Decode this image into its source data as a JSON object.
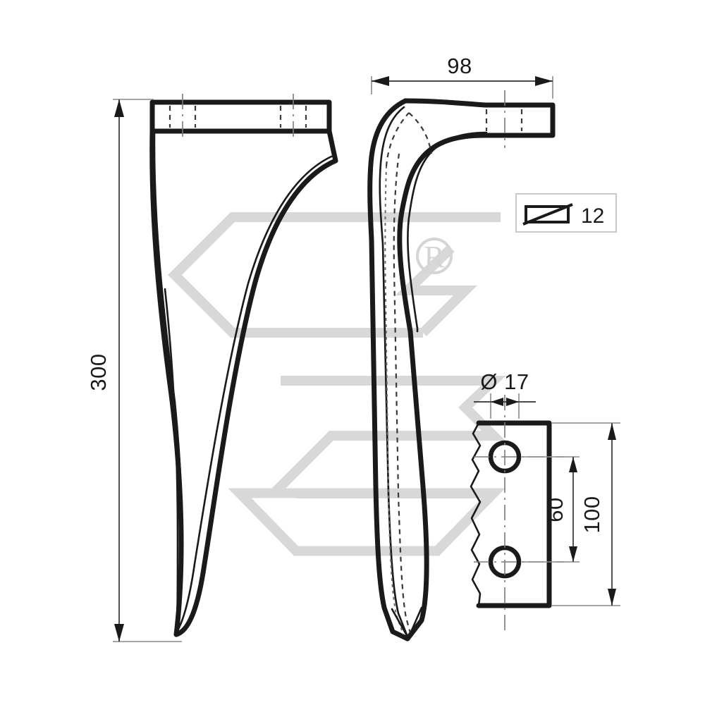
{
  "document": {
    "type": "technical-drawing",
    "title": "Power harrow tine / blade dimensioned drawing",
    "background_color": "#ffffff",
    "line_color": "#1a1a1a",
    "watermark_color": "#d8d8d8"
  },
  "dimensions": {
    "length": {
      "label": "300",
      "name": "overall-length",
      "orientation": "vertical",
      "view": "front"
    },
    "width": {
      "label": "98",
      "name": "mounting-plate-width",
      "orientation": "horizontal",
      "view": "side"
    },
    "hole_diameter": {
      "label": "Ø 17",
      "name": "hole-diameter",
      "orientation": "horizontal",
      "view": "detail"
    },
    "hole_spacing": {
      "label": "60",
      "name": "hole-center-spacing",
      "orientation": "vertical",
      "view": "detail"
    },
    "plate_length": {
      "label": "100",
      "name": "plate-length",
      "orientation": "vertical",
      "view": "detail"
    },
    "thickness": {
      "label": "12",
      "name": "material-thickness",
      "symbol": "flat-bar-thickness-symbol"
    }
  },
  "watermark": {
    "registered_mark": "®",
    "name": "brand-watermark"
  }
}
